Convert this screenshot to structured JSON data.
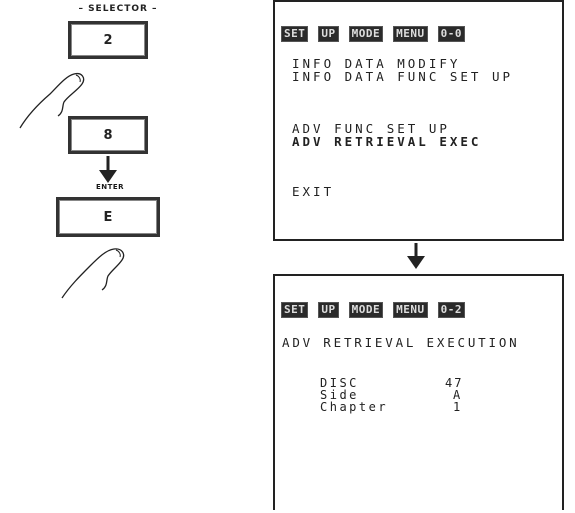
{
  "selector": {
    "caption": "– SELECTOR –",
    "keys": [
      "2",
      "8",
      "E"
    ],
    "enter_label": "ENTER"
  },
  "screen1": {
    "title_chips": [
      "SET",
      "UP",
      "MODE",
      "MENU",
      "0-0"
    ],
    "lines": [
      "INFO DATA MODIFY",
      "INFO DATA FUNC SET UP",
      "ADV FUNC SET UP",
      "ADV RETRIEVAL EXEC",
      "EXIT"
    ]
  },
  "screen2": {
    "title_chips": [
      "SET",
      "UP",
      "MODE",
      "MENU",
      "0-2"
    ],
    "heading": "ADV RETRIEVAL EXECUTION",
    "rows": [
      {
        "label": "DISC",
        "value": "47"
      },
      {
        "label": "Side",
        "value": "A"
      },
      {
        "label": "Chapter",
        "value": "1"
      }
    ]
  }
}
